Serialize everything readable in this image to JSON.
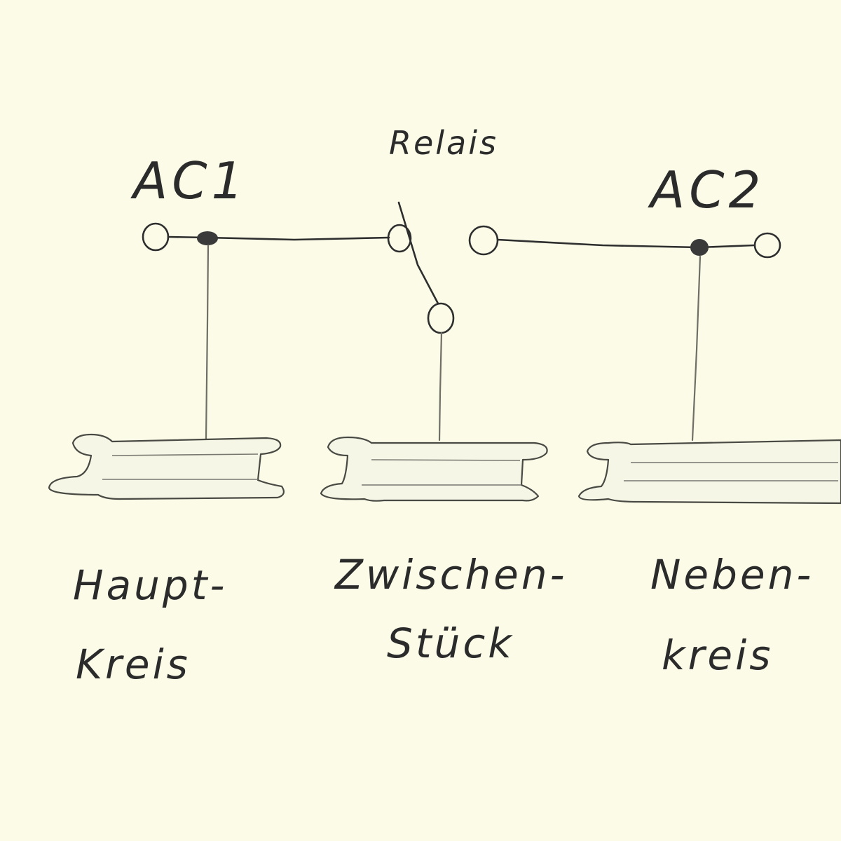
{
  "labels": {
    "ac1": "AC1",
    "ac2": "AC2",
    "relay": "Relais"
  },
  "sections": [
    {
      "line1": "Haupt-",
      "line2": "Kreis"
    },
    {
      "line1": "Zwischen-",
      "line2": "Stück"
    },
    {
      "line1": "Neben-",
      "line2": "kreis"
    }
  ],
  "colors": {
    "paper": "#fbfbe8",
    "ink": "#2e2e2e",
    "pencil": "#6f6f66"
  }
}
